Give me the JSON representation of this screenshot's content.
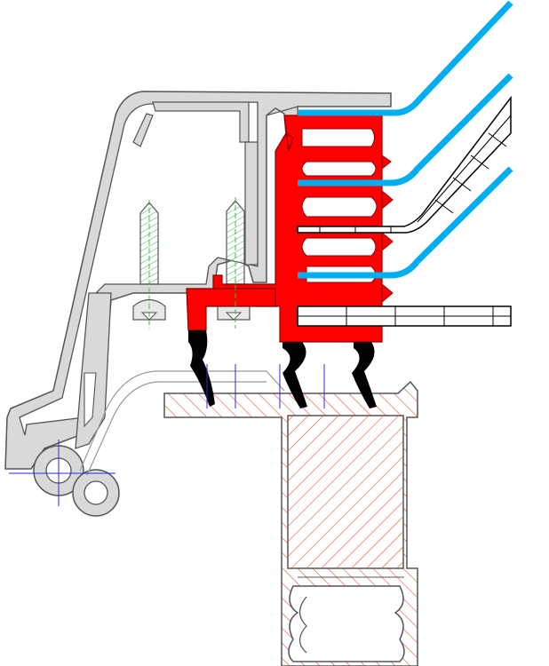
{
  "diagram": {
    "kind": "technical cross-section",
    "components": [
      {
        "name": "aluminium-frame-profile",
        "color": "#d9d9d9"
      },
      {
        "name": "red-gasket-insert",
        "color": "#ff0000"
      },
      {
        "name": "black-sealing-lips",
        "color": "#000000"
      },
      {
        "name": "blue-glazing-sheets",
        "color": "#00aeef"
      },
      {
        "name": "multiwall-polycarbonate-panel",
        "color": "#000000"
      },
      {
        "name": "hatched-timber-section",
        "color": "#e0533a"
      },
      {
        "name": "green-screw-threads",
        "color": "#2fbf4f"
      },
      {
        "name": "blue-centre-lines",
        "color": "#2a2ad6"
      }
    ],
    "colors": {
      "outline": "#555555",
      "aluminium": "#d9d9d9",
      "gasket": "#ff0000",
      "glazing": "#00aeef",
      "hatch": "#e0533a",
      "thread": "#2fbf4f",
      "centerline": "#2a2ad6"
    }
  }
}
